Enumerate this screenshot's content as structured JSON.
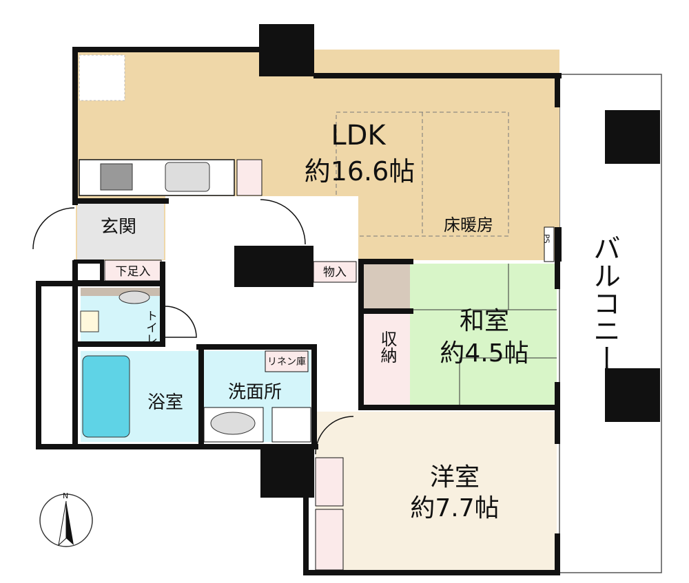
{
  "rooms": {
    "ldk": {
      "name": "LDK",
      "size": "約16.6帖",
      "floor_heating": "床暖房"
    },
    "washitsu": {
      "name": "和室",
      "size": "約4.5帖"
    },
    "youshitsu": {
      "name": "洋室",
      "size": "約7.7帖"
    },
    "genkan": {
      "name": "玄関"
    },
    "getabako": {
      "name": "下足入"
    },
    "toilet": {
      "name": "トイレ"
    },
    "bath": {
      "name": "浴室"
    },
    "washroom": {
      "name": "洗面所"
    },
    "linen": {
      "name": "リネン庫"
    },
    "storage1": {
      "name": "物入"
    },
    "storage2": {
      "name": "物入"
    },
    "closet": {
      "name": "収納"
    },
    "balcony": {
      "name": "バルコニー"
    },
    "ps": {
      "name": "PS"
    }
  },
  "compass": {
    "label": "N"
  },
  "colors": {
    "ldk": "#efd7a8",
    "washitsu": "#d8f5c8",
    "youshitsu": "#f8f0e0",
    "wet": "#d4f5fa",
    "storage": "#fbeaea",
    "genkan": "#e6e6e6",
    "bathtub": "#5fd3e6",
    "stair": "#d7c9bb"
  }
}
